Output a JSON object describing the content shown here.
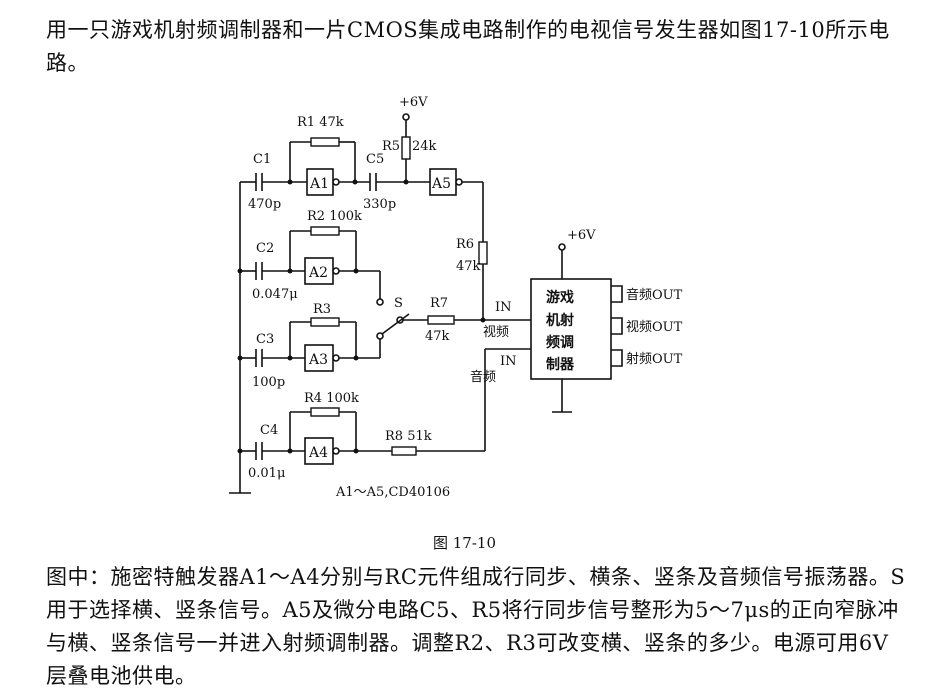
{
  "text": {
    "intro": "用一只游戏机射频调制器和一片CMOS集成电路制作的电视信号发生器如图17-10所示电路。",
    "caption": "图 17-10",
    "description": "图中：施密特触发器A1～A4分别与RC元件组成行同步、横条、竖条及音频信号振荡器。S用于选择横、竖条信号。A5及微分电路C5、R5将行同步信号整形为5～7μs的正向窄脉冲与横、竖条信号一并进入射频调制器。调整R2、R3可改变横、竖条的多少。电源可用6V层叠电池供电。"
  },
  "circuit": {
    "supply_left": "+6V",
    "supply_right": "+6V",
    "gates": [
      "A1",
      "A5",
      "A2",
      "A3",
      "A4"
    ],
    "capacitors": {
      "C1": "C1",
      "C1_val": "470p",
      "C2": "C2",
      "C2_val": "0.047μ",
      "C3": "C3",
      "C3_val": "100p",
      "C4": "C4",
      "C4_val": "0.01μ",
      "C5": "C5",
      "C5_val": "330p"
    },
    "resistors": {
      "R1": "R1 47k",
      "R2": "R2 100k",
      "R3": "R3",
      "R4": "R4 100k",
      "R5": "R5",
      "R5_val": "24k",
      "R6": "R6",
      "R6_val": "47k",
      "R7": "R7",
      "R7_val": "47k",
      "R8": "R8 51k"
    },
    "switch": "S",
    "in_video": "IN",
    "video_label": "视频",
    "in_audio": "IN",
    "audio_label": "音频",
    "modulator": [
      "游戏",
      "机射",
      "频调",
      "制器"
    ],
    "outputs": [
      "音频OUT",
      "视频OUT",
      "射频OUT"
    ],
    "ic_note": "A1～A5,CD40106"
  }
}
